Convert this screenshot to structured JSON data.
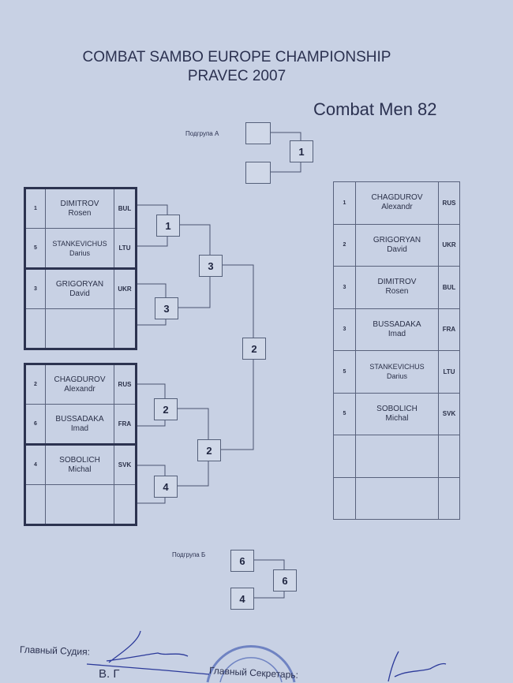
{
  "header": {
    "title_line1": "COMBAT SAMBO EUROPE CHAMPIONSHIP",
    "title_line2": "PRAVEC 2007",
    "category": "Combat Men 82"
  },
  "subgroup_a": {
    "label": "Подгрупа А",
    "result": "1"
  },
  "subgroup_b": {
    "label": "Подгрупа Б",
    "top": "6",
    "bottom": "4",
    "result": "6"
  },
  "pool_a": [
    {
      "num": "1",
      "surname": "DIMITROV",
      "first": "Rosen",
      "country": "BUL"
    },
    {
      "num": "5",
      "surname": "STANKEVICHUS",
      "first": "Darius",
      "country": "LTU"
    },
    {
      "num": "3",
      "surname": "GRIGORYAN",
      "first": "David",
      "country": "UKR"
    },
    {
      "num": "",
      "surname": "",
      "first": "",
      "country": ""
    }
  ],
  "pool_b": [
    {
      "num": "2",
      "surname": "CHAGDUROV",
      "first": "Alexandr",
      "country": "RUS"
    },
    {
      "num": "6",
      "surname": "BUSSADAKA",
      "first": "Imad",
      "country": "FRA"
    },
    {
      "num": "4",
      "surname": "SOBOLICH",
      "first": "Michal",
      "country": "SVK"
    },
    {
      "num": "",
      "surname": "",
      "first": "",
      "country": ""
    }
  ],
  "bracket": {
    "a_r1_top": "1",
    "a_r1_bottom": "3",
    "a_r2": "3",
    "final": "2",
    "b_r1_top": "2",
    "b_r1_bottom": "4",
    "b_r2": "2"
  },
  "results": [
    {
      "place": "1",
      "surname": "CHAGDUROV",
      "first": "Alexandr",
      "country": "RUS"
    },
    {
      "place": "2",
      "surname": "GRIGORYAN",
      "first": "David",
      "country": "UKR"
    },
    {
      "place": "3",
      "surname": "DIMITROV",
      "first": "Rosen",
      "country": "BUL"
    },
    {
      "place": "3",
      "surname": "BUSSADAKA",
      "first": "Imad",
      "country": "FRA"
    },
    {
      "place": "5",
      "surname": "STANKEVICHUS",
      "first": "Darius",
      "country": "LTU"
    },
    {
      "place": "5",
      "surname": "SOBOLICH",
      "first": "Michal",
      "country": "SVK"
    },
    {
      "place": "",
      "surname": "",
      "first": "",
      "country": ""
    },
    {
      "place": "",
      "surname": "",
      "first": "",
      "country": ""
    }
  ],
  "footer": {
    "chief_judge": "Главный Судия:",
    "chief_secretary": "Главный Секретарь:",
    "judge_name": "В. Г"
  }
}
